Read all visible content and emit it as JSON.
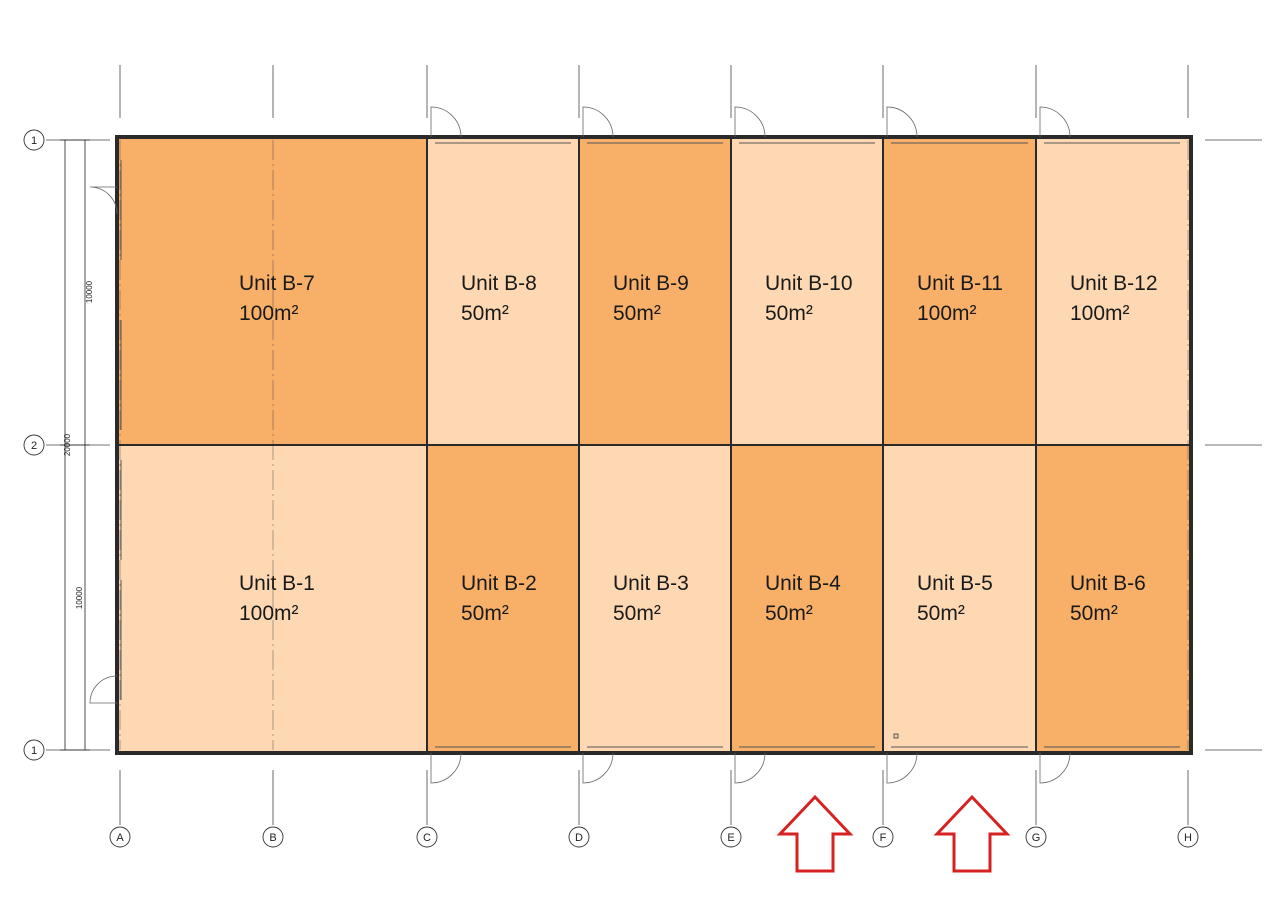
{
  "colors": {
    "dark_unit": "#f8b068",
    "light_unit": "#fdd8b3",
    "wall": "#2a2a2a",
    "arrow": "#d62222"
  },
  "grid": {
    "columns": [
      "A",
      "B",
      "C",
      "D",
      "E",
      "F",
      "G",
      "H"
    ],
    "rows_top_to_bottom": [
      "1",
      "2",
      "1"
    ]
  },
  "dimensions": {
    "overall": "20000",
    "upper": "10000",
    "lower": "10000"
  },
  "units": [
    {
      "name": "Unit B-7",
      "area": "100m²",
      "tone": "dark",
      "row": "top",
      "col_start": 0,
      "col_end": 2
    },
    {
      "name": "Unit B-8",
      "area": "50m²",
      "tone": "light",
      "row": "top",
      "col_start": 2,
      "col_end": 3
    },
    {
      "name": "Unit B-9",
      "area": "50m²",
      "tone": "dark",
      "row": "top",
      "col_start": 3,
      "col_end": 4
    },
    {
      "name": "Unit B-10",
      "area": "50m²",
      "tone": "light",
      "row": "top",
      "col_start": 4,
      "col_end": 5
    },
    {
      "name": "Unit B-11",
      "area": "100m²",
      "tone": "dark",
      "row": "top",
      "col_start": 5,
      "col_end": 6
    },
    {
      "name": "Unit B-12",
      "area": "100m²",
      "tone": "light",
      "row": "top",
      "col_start": 6,
      "col_end": 7
    },
    {
      "name": "Unit B-1",
      "area": "100m²",
      "tone": "light",
      "row": "bottom",
      "col_start": 0,
      "col_end": 2
    },
    {
      "name": "Unit B-2",
      "area": "50m²",
      "tone": "dark",
      "row": "bottom",
      "col_start": 2,
      "col_end": 3
    },
    {
      "name": "Unit B-3",
      "area": "50m²",
      "tone": "light",
      "row": "bottom",
      "col_start": 3,
      "col_end": 4
    },
    {
      "name": "Unit B-4",
      "area": "50m²",
      "tone": "dark",
      "row": "bottom",
      "col_start": 4,
      "col_end": 5
    },
    {
      "name": "Unit B-5",
      "area": "50m²",
      "tone": "light",
      "row": "bottom",
      "col_start": 5,
      "col_end": 6
    },
    {
      "name": "Unit B-6",
      "area": "50m²",
      "tone": "dark",
      "row": "bottom",
      "col_start": 6,
      "col_end": 7
    }
  ],
  "entrance_arrows": [
    {
      "icon": "up-arrow-icon",
      "between_columns": [
        "E",
        "F"
      ]
    },
    {
      "icon": "up-arrow-icon",
      "between_columns": [
        "F",
        "G"
      ]
    }
  ]
}
